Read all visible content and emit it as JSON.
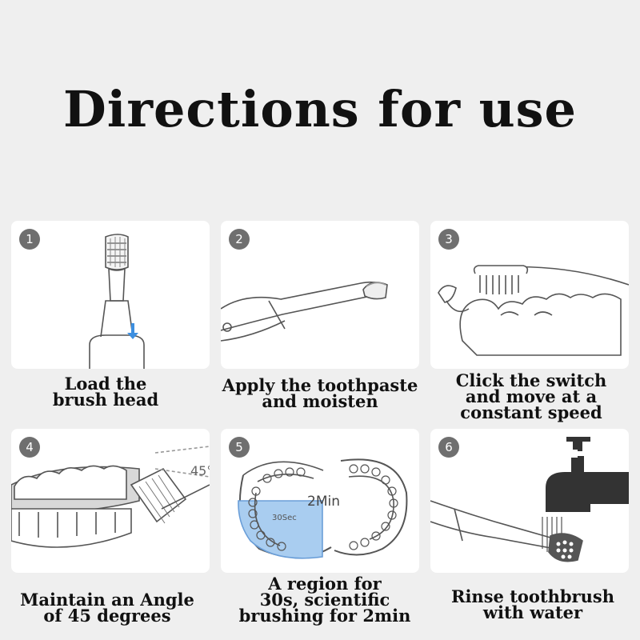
{
  "title": "Directions for use",
  "steps": [
    {
      "number": "1",
      "lines": [
        "Load the",
        "brush head"
      ]
    },
    {
      "number": "2",
      "lines": [
        "Apply the toothpaste",
        "and moisten"
      ]
    },
    {
      "number": "3",
      "lines": [
        "Click the switch",
        "and move at a",
        "constant speed"
      ]
    },
    {
      "number": "4",
      "lines": [
        "Maintain an Angle",
        "of 45 degrees"
      ]
    },
    {
      "number": "5",
      "lines": [
        "A region for",
        "30s, scientific",
        "brushing for 2min"
      ]
    },
    {
      "number": "6",
      "lines": [
        "Rinse toothbrush",
        "with water"
      ]
    }
  ],
  "illustrations": {
    "angle_label": "45°",
    "region_main_label": "2Min",
    "region_sub_label": "30Sec"
  },
  "colors": {
    "background": "#efefef",
    "badge": "#6f6f6f",
    "arrow": "#3d8fe0",
    "region_fill": "#a9cdf0"
  }
}
